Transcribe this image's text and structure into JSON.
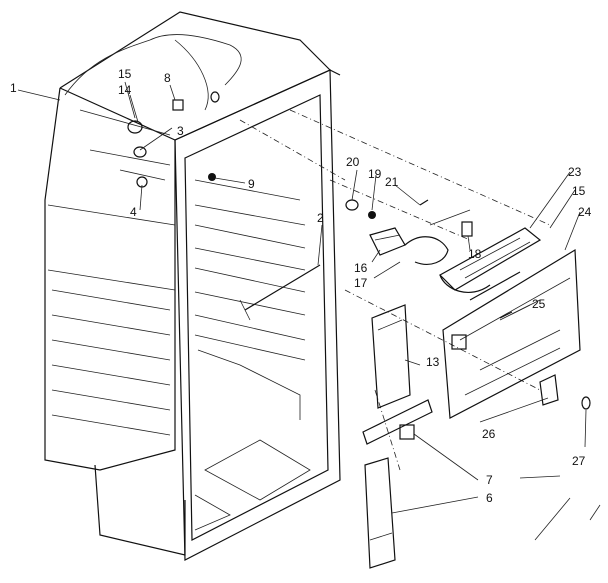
{
  "labels": {
    "l1": "1",
    "l2": "2",
    "l3": "3",
    "l4": "4",
    "l6": "6",
    "l7": "7",
    "l8": "8",
    "l9": "9",
    "l13": "13",
    "l14": "14",
    "l15a": "15",
    "l15b": "15",
    "l16": "16",
    "l17": "17",
    "l18": "18",
    "l19": "19",
    "l20": "20",
    "l21": "21",
    "l23": "23",
    "l24": "24",
    "l25": "25",
    "l26": "26",
    "l27": "27"
  }
}
